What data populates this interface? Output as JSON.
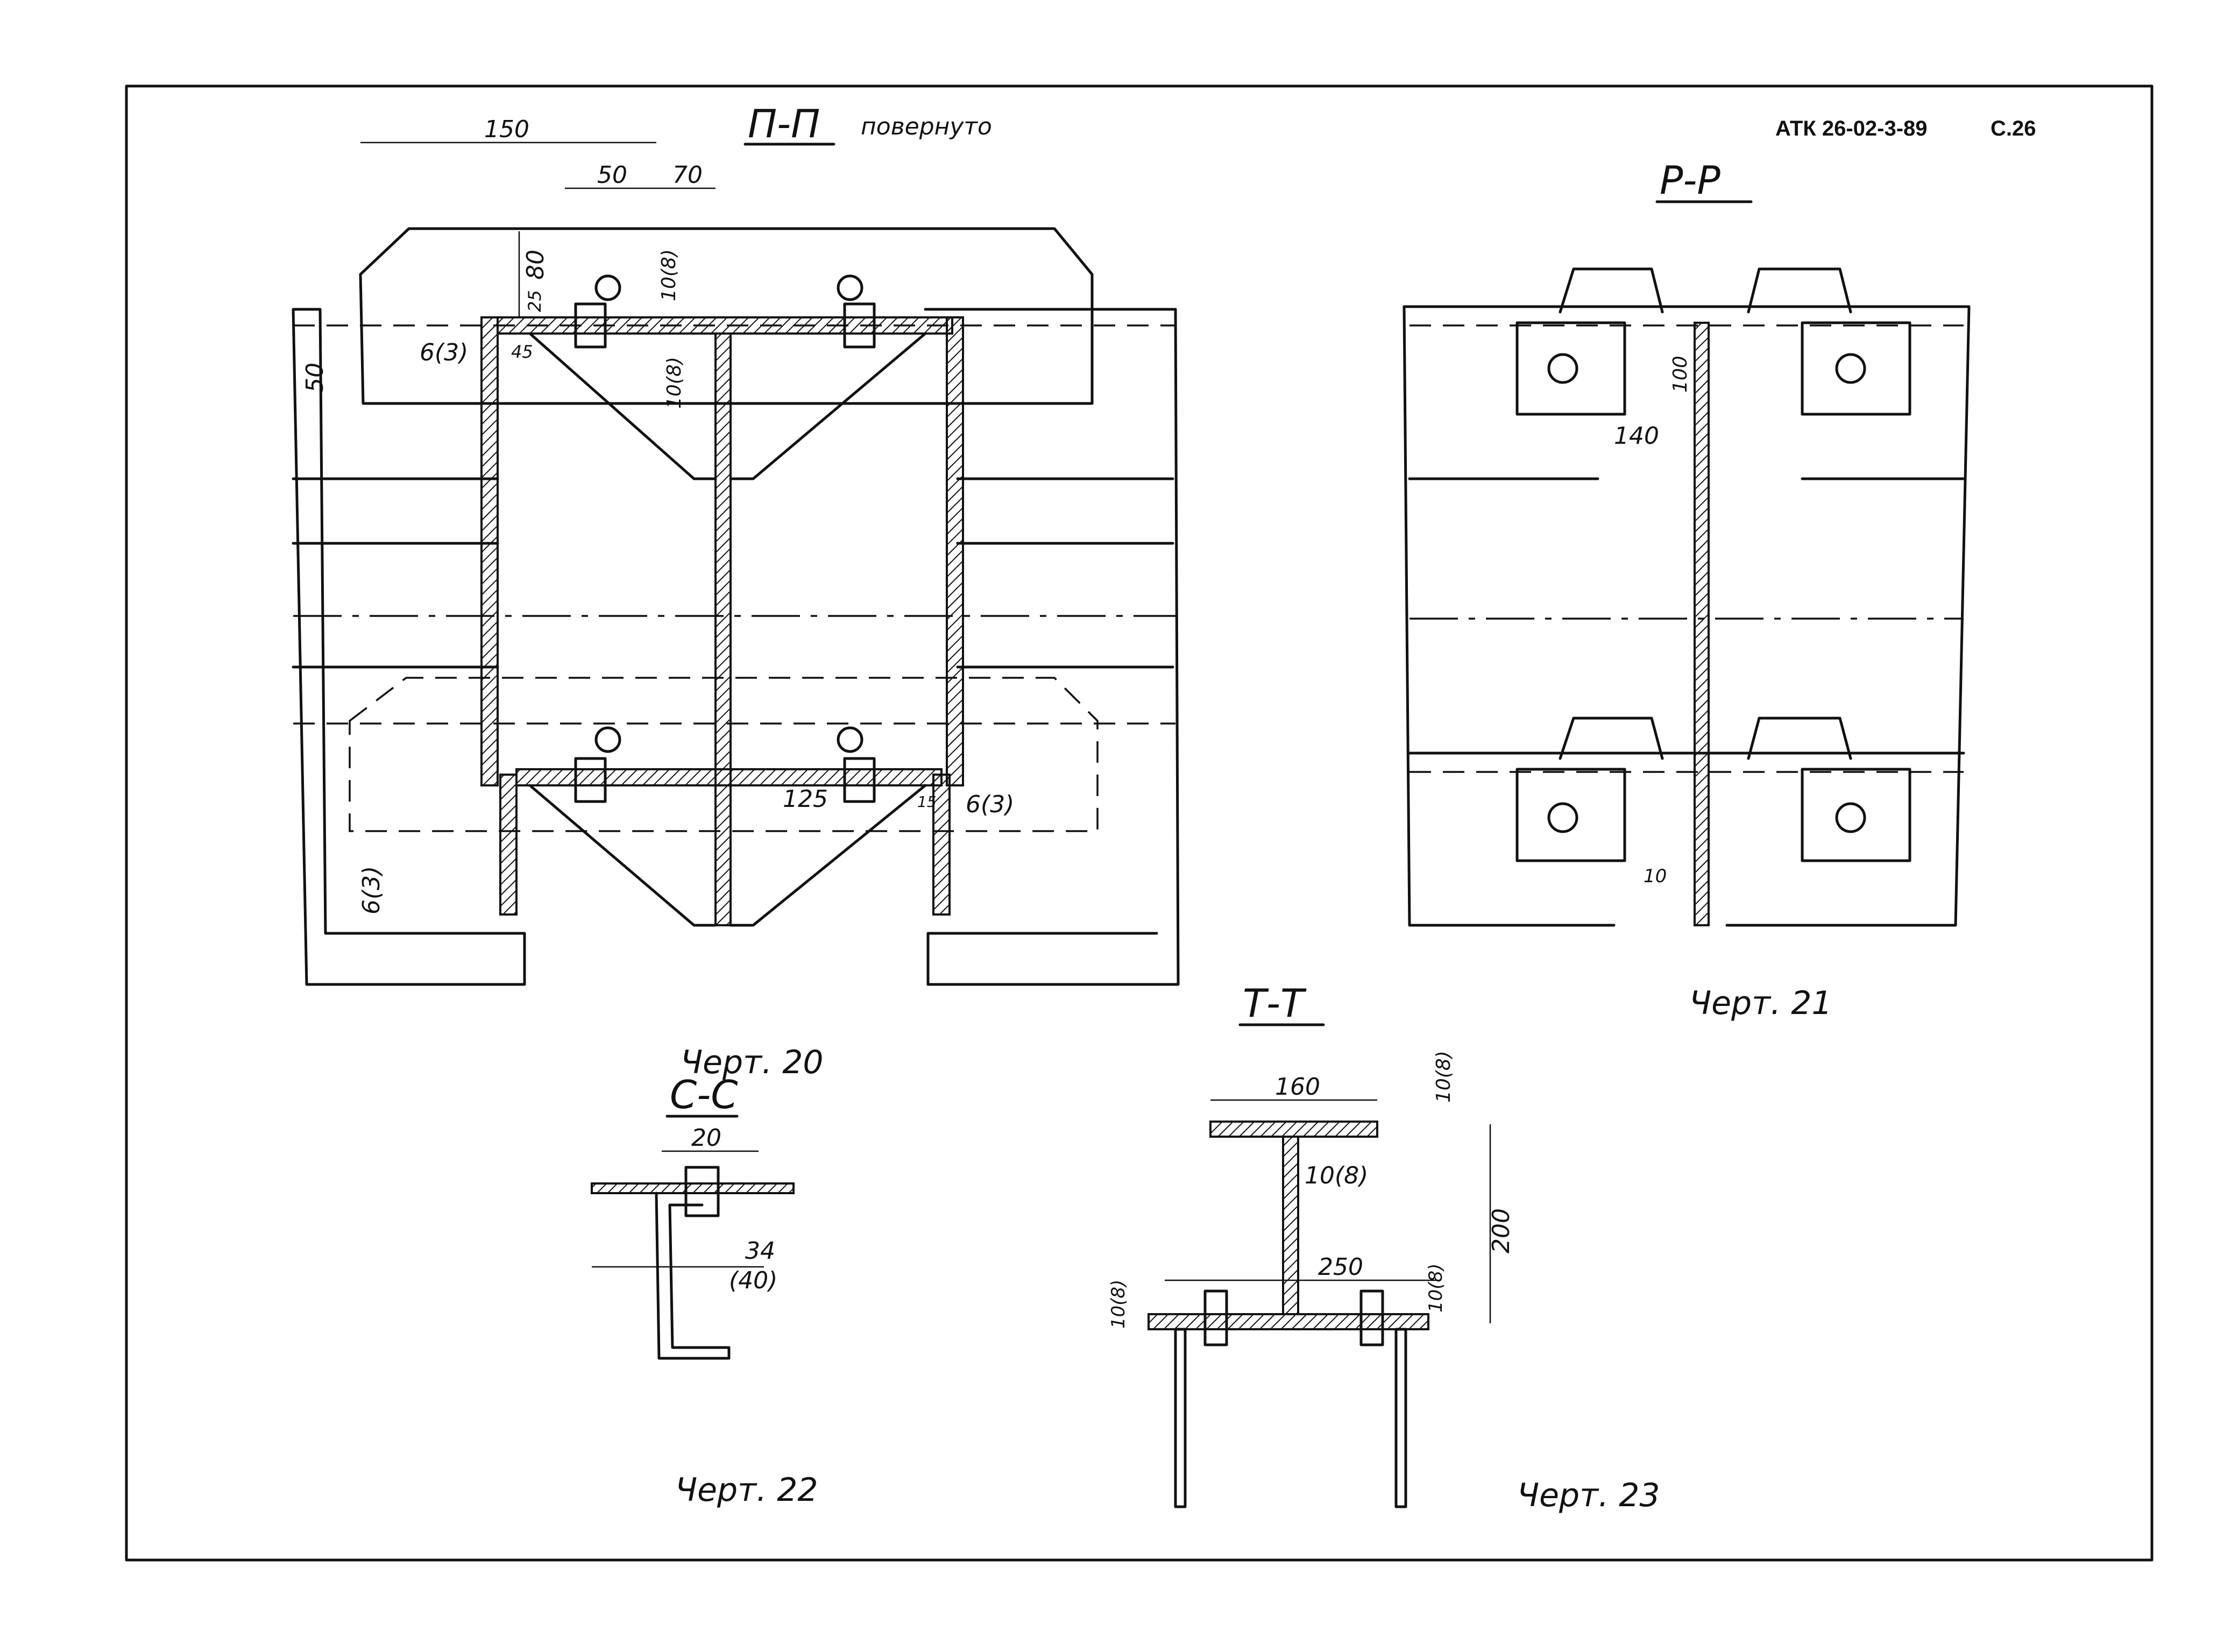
{
  "header": {
    "doc_code": "АТК 26-02-3-89",
    "page": "С.26"
  },
  "views": {
    "fig20": {
      "section_title": "П-П",
      "section_note": "повернуто",
      "caption": "Черт. 20",
      "dims": [
        "150",
        "50",
        "70",
        "80",
        "25",
        "10(8)",
        "50",
        "6(3)",
        "45",
        "10(8)",
        "125",
        "6(3)",
        "6(3)",
        "15"
      ]
    },
    "fig21": {
      "section_title": "Р-Р",
      "caption": "Черт. 21",
      "dims": [
        "100",
        "140",
        "10"
      ]
    },
    "fig22": {
      "section_title": "С-С",
      "caption": "Черт. 22",
      "dims": [
        "20",
        "34",
        "(40)"
      ]
    },
    "fig23": {
      "section_title": "Т-Т",
      "caption": "Черт. 23",
      "dims": [
        "160",
        "10(8)",
        "10(8)",
        "200",
        "250",
        "10(8)",
        "10(8)"
      ]
    }
  }
}
